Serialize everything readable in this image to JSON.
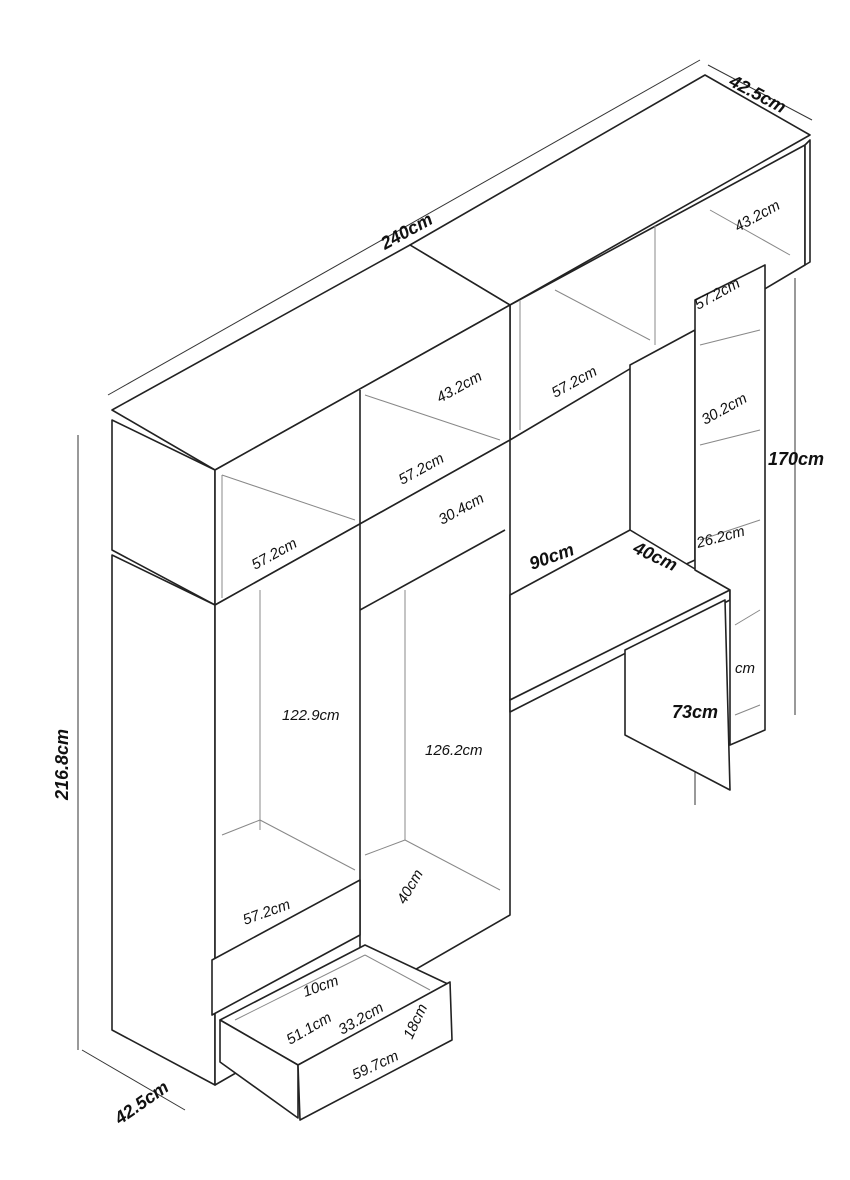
{
  "title": "Wardrobe and desk unit dimensions",
  "dimensions": {
    "total_width": "240cm",
    "total_depth_top": "42.5cm",
    "total_depth_bottom": "42.5cm",
    "total_height": "216.8cm",
    "right_height": "170cm",
    "hutch_right_height": "43.2cm",
    "hutch_right_width": "57.2cm",
    "hutch_mid_width": "57.2cm",
    "hutch_left_height": "43.2cm",
    "hutch_left_width_right": "57.2cm",
    "hutch_left_width_left": "57.2cm",
    "shelf_gap_30_2": "30.2cm",
    "shelf_gap_26_2": "26.2cm",
    "shelf_partial": "cm",
    "top_shelf_gap": "30.4cm",
    "desk_width": "90cm",
    "desk_depth": "40cm",
    "desk_height": "73cm",
    "left_hanging_height": "122.9cm",
    "right_hanging_height": "126.2cm",
    "left_bottom_width": "57.2cm",
    "right_bottom_depth": "40cm",
    "drawer_gap": "10cm",
    "drawer_inner_depth": "51.1cm",
    "drawer_inner_width": "33.2cm",
    "drawer_height": "18cm",
    "drawer_front_width": "59.7cm"
  }
}
